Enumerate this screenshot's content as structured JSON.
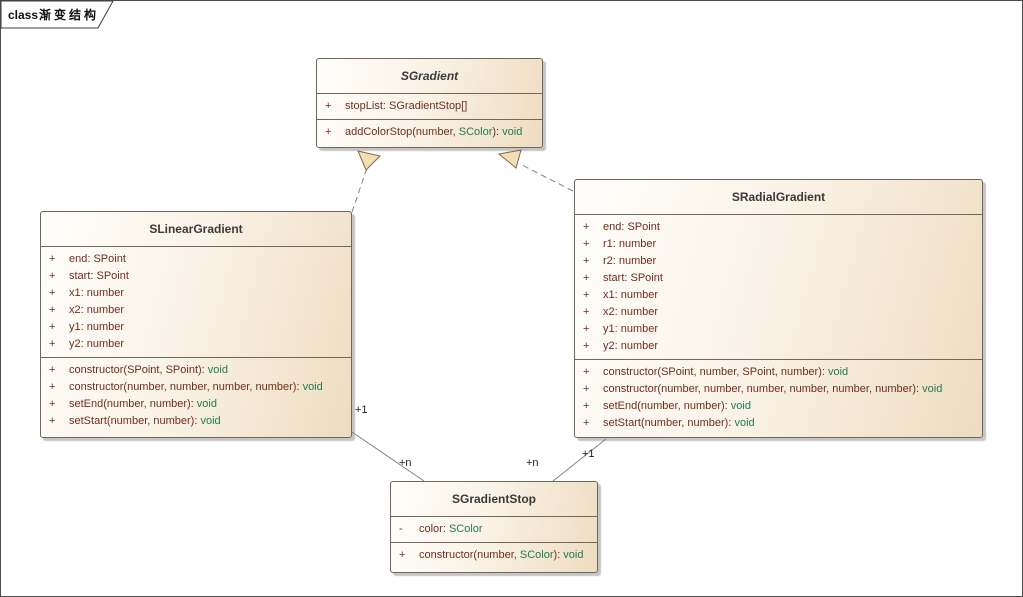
{
  "frame": {
    "keyword": "class",
    "title": "渐变结构"
  },
  "type_keywords": [
    "SColor",
    "void"
  ],
  "colors": {
    "member_text": "#6e2e1e",
    "type_keyword_text": "#227a55",
    "box_fill_light": "#fffefc",
    "box_fill_tan": "#eedcc0",
    "box_border": "#6f675a",
    "header_text": "#3a3a3a",
    "connector_line": "#848484",
    "arrow_fill": "#f3ddb3",
    "arrow_stroke": "#80684a"
  },
  "classes": {
    "sgradient": {
      "name": "SGradient",
      "abstract": true,
      "attributes": [
        {
          "vis": "+",
          "text": "stopList: SGradientStop[]"
        }
      ],
      "methods": [
        {
          "vis": "+",
          "text": "addColorStop(number, SColor): void"
        }
      ]
    },
    "slineargradient": {
      "name": "SLinearGradient",
      "abstract": false,
      "attributes": [
        {
          "vis": "+",
          "text": "end: SPoint"
        },
        {
          "vis": "+",
          "text": "start: SPoint"
        },
        {
          "vis": "+",
          "text": "x1: number"
        },
        {
          "vis": "+",
          "text": "x2: number"
        },
        {
          "vis": "+",
          "text": "y1: number"
        },
        {
          "vis": "+",
          "text": "y2: number"
        }
      ],
      "methods": [
        {
          "vis": "+",
          "text": "constructor(SPoint, SPoint): void"
        },
        {
          "vis": "+",
          "text": "constructor(number, number, number, number): void"
        },
        {
          "vis": "+",
          "text": "setEnd(number, number): void"
        },
        {
          "vis": "+",
          "text": "setStart(number, number): void"
        }
      ]
    },
    "sradialgradient": {
      "name": "SRadialGradient",
      "abstract": false,
      "attributes": [
        {
          "vis": "+",
          "text": "end: SPoint"
        },
        {
          "vis": "+",
          "text": "r1: number"
        },
        {
          "vis": "+",
          "text": "r2: number"
        },
        {
          "vis": "+",
          "text": "start: SPoint"
        },
        {
          "vis": "+",
          "text": "x1: number"
        },
        {
          "vis": "+",
          "text": "x2: number"
        },
        {
          "vis": "+",
          "text": "y1: number"
        },
        {
          "vis": "+",
          "text": "y2: number"
        }
      ],
      "methods": [
        {
          "vis": "+",
          "text": "constructor(SPoint, number, SPoint, number): void"
        },
        {
          "vis": "+",
          "text": "constructor(number, number, number, number, number, number): void"
        },
        {
          "vis": "+",
          "text": "setEnd(number, number): void"
        },
        {
          "vis": "+",
          "text": "setStart(number, number): void"
        }
      ]
    },
    "sgradientstop": {
      "name": "SGradientStop",
      "abstract": false,
      "attributes": [
        {
          "vis": "-",
          "text": "color: SColor"
        }
      ],
      "methods": [
        {
          "vis": "+",
          "text": "constructor(number, SColor): void"
        }
      ]
    }
  },
  "connectors": {
    "linear_realization": {
      "type": "realization",
      "from": "SLinearGradient",
      "to": "SGradient"
    },
    "radial_realization": {
      "type": "realization",
      "from": "SRadialGradient",
      "to": "SGradient"
    },
    "linear_association": {
      "source_label": "+1",
      "target_label": "+n"
    },
    "radial_association": {
      "source_label": "+1",
      "target_label": "+n"
    }
  }
}
